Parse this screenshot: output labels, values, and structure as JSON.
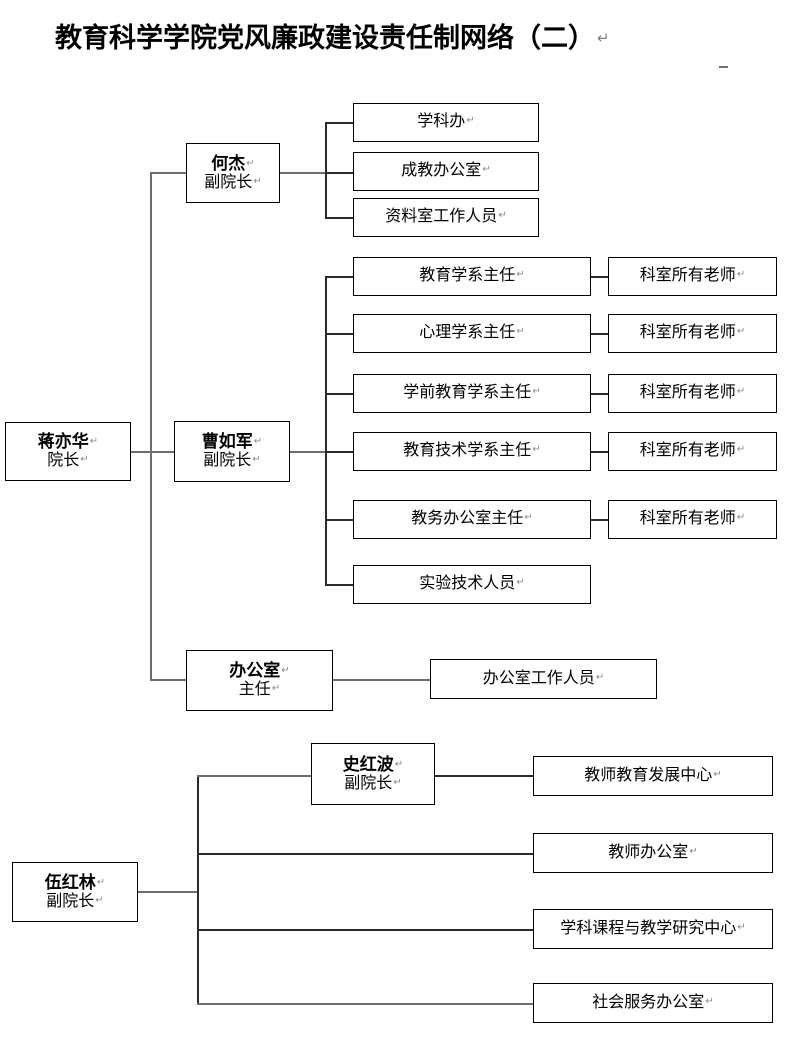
{
  "document": {
    "title": "教育科学学院党风廉政建设责任制网络（二）",
    "paragraph_mark": "↵"
  },
  "chart_data": {
    "type": "diagram",
    "diagram_kind": "organization-chart",
    "title": "教育科学学院党风廉政建设责任制网络（二）",
    "sections": [
      {
        "id": "section-top",
        "root": {
          "name": "蒋亦华",
          "role": "院长"
        },
        "branches": [
          {
            "name": "何杰",
            "role": "副院长",
            "children": [
              "学科办",
              "成教办公室",
              "资料室工作人员"
            ]
          },
          {
            "name": "曹如军",
            "role": "副院长",
            "children": [
              {
                "label": "教育学系主任",
                "child": "科室所有老师"
              },
              {
                "label": "心理学系主任",
                "child": "科室所有老师"
              },
              {
                "label": "学前教育学系主任",
                "child": "科室所有老师"
              },
              {
                "label": "教育技术学系主任",
                "child": "科室所有老师"
              },
              {
                "label": "教务办公室主任",
                "child": "科室所有老师"
              },
              {
                "label": "实验技术人员",
                "child": null
              }
            ]
          },
          {
            "name": "办公室",
            "role": "主任",
            "children": [
              "办公室工作人员"
            ]
          }
        ]
      },
      {
        "id": "section-bottom",
        "root": {
          "name": "伍红林",
          "role": "副院长"
        },
        "branches": [
          {
            "name": "史红波",
            "role": "副院长",
            "children": [
              "教师教育发展中心"
            ]
          },
          {
            "name": "教师办公室",
            "role": null,
            "children": []
          },
          {
            "name": "学科课程与教学研究中心",
            "role": null,
            "children": []
          },
          {
            "name": "社会服务办公室",
            "role": null,
            "children": []
          }
        ]
      }
    ]
  },
  "nodes": {
    "jiang_yihua": {
      "name": "蒋亦华",
      "role": "院长"
    },
    "he_jie": {
      "name": "何杰",
      "role": "副院长"
    },
    "cao_rujun": {
      "name": "曹如军",
      "role": "副院长"
    },
    "office": {
      "name": "办公室",
      "role": "主任"
    },
    "wu_honglin": {
      "name": "伍红林",
      "role": "副院长"
    },
    "shi_hongbo": {
      "name": "史红波",
      "role": "副院长"
    },
    "xueke_ban": {
      "label": "学科办"
    },
    "chengjiao_office": {
      "label": "成教办公室"
    },
    "ziliao_staff": {
      "label": "资料室工作人员"
    },
    "dept_edu": {
      "label": "教育学系主任"
    },
    "dept_psych": {
      "label": "心理学系主任"
    },
    "dept_preschool": {
      "label": "学前教育学系主任"
    },
    "dept_edutech": {
      "label": "教育技术学系主任"
    },
    "dept_jiaowu": {
      "label": "教务办公室主任"
    },
    "lab_staff": {
      "label": "实验技术人员"
    },
    "teachers_1": {
      "label": "科室所有老师"
    },
    "teachers_2": {
      "label": "科室所有老师"
    },
    "teachers_3": {
      "label": "科室所有老师"
    },
    "teachers_4": {
      "label": "科室所有老师"
    },
    "teachers_5": {
      "label": "科室所有老师"
    },
    "office_staff": {
      "label": "办公室工作人员"
    },
    "teacher_dev_center": {
      "label": "教师教育发展中心"
    },
    "teacher_office": {
      "label": "教师办公室"
    },
    "curriculum_center": {
      "label": "学科课程与教学研究中心"
    },
    "social_service_office": {
      "label": "社会服务办公室"
    }
  },
  "colors": {
    "box_border": "#000000",
    "connector": "#6e6e6e",
    "connector_dark": "#2b2b2b",
    "text": "#000000",
    "pilcrow": "#8a8a8a",
    "background": "#ffffff"
  }
}
